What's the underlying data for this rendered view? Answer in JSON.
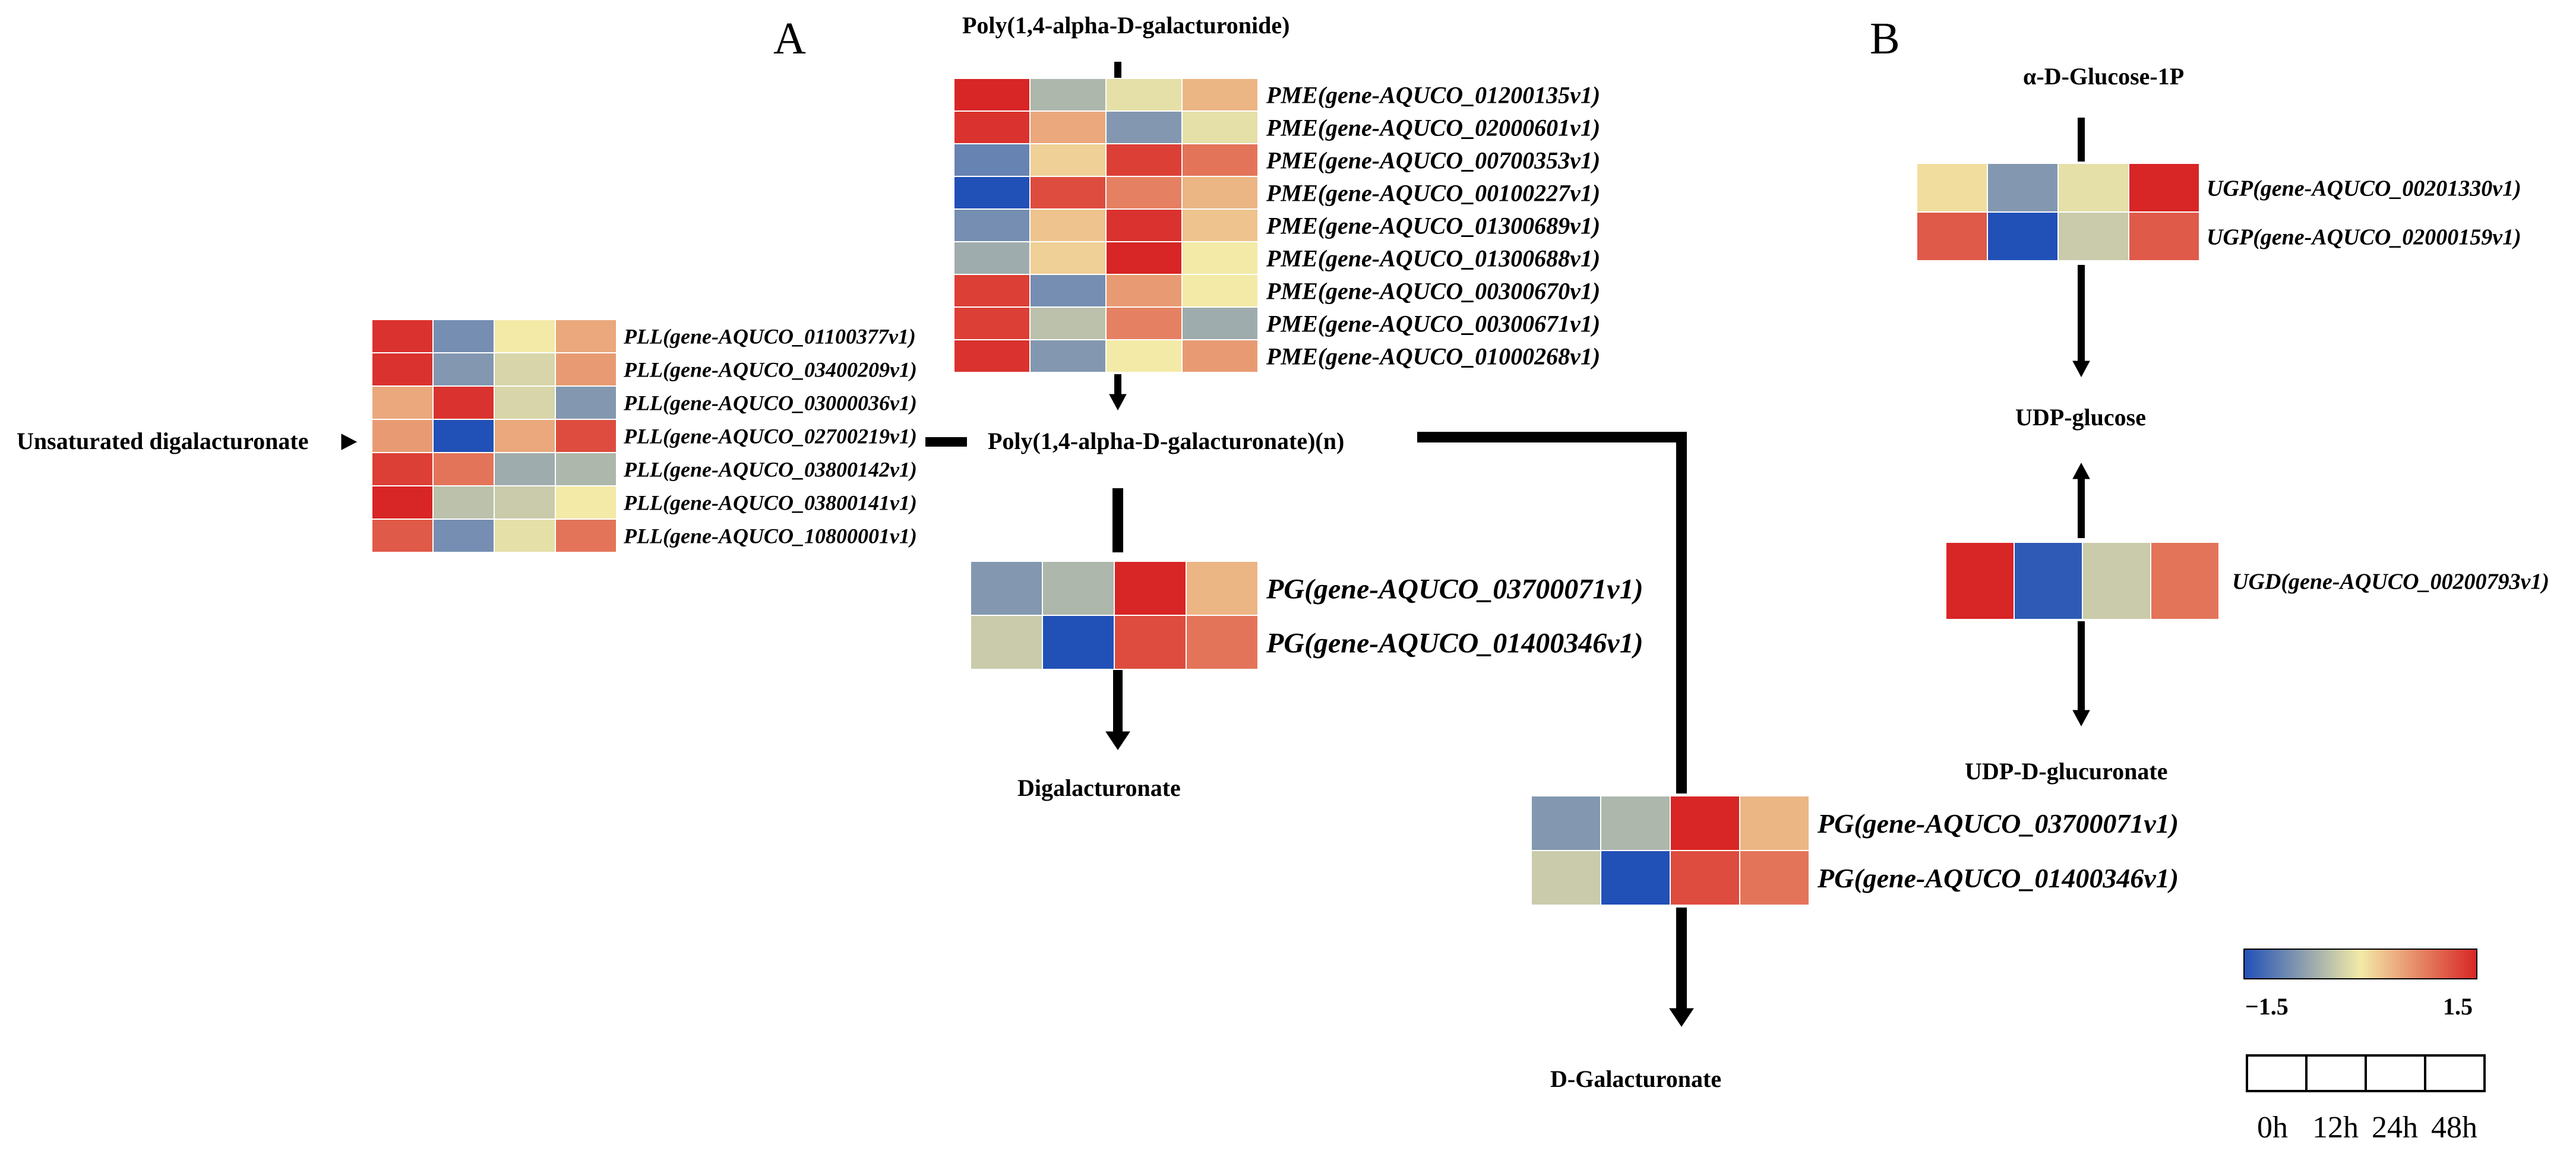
{
  "panels": {
    "a": "A",
    "b": "B"
  },
  "metabolites": {
    "poly_galacturonide": "Poly(1,4-alpha-D-galacturonide)",
    "poly_galacturonate_n": "Poly(1,4-alpha-D-galacturonate)(n)",
    "unsaturated_digalacturonate": "Unsaturated digalacturonate",
    "digalacturonate": "Digalacturonate",
    "d_galacturonate": "D-Galacturonate",
    "glucose_1p": "α-D-Glucose-1P",
    "udp_glucose": "UDP-glucose",
    "udp_d_glucuronate": "UDP-D-glucuronate"
  },
  "heatmaps": {
    "pme": [
      {
        "gene": "PME(gene-AQUCO_01200135v1)",
        "values": [
          1.5,
          -0.5,
          -0.1,
          0.4
        ]
      },
      {
        "gene": "PME(gene-AQUCO_02000601v1)",
        "values": [
          1.4,
          0.5,
          -0.8,
          -0.1
        ]
      },
      {
        "gene": "PME(gene-AQUCO_00700353v1)",
        "values": [
          -1.0,
          0.2,
          1.3,
          0.9
        ]
      },
      {
        "gene": "PME(gene-AQUCO_00100227v1)",
        "values": [
          -1.5,
          1.2,
          0.8,
          0.4
        ]
      },
      {
        "gene": "PME(gene-AQUCO_01300689v1)",
        "values": [
          -0.9,
          0.3,
          1.4,
          0.3
        ]
      },
      {
        "gene": "PME(gene-AQUCO_01300688v1)",
        "values": [
          -0.6,
          0.2,
          1.5,
          0.0
        ]
      },
      {
        "gene": "PME(gene-AQUCO_00300670v1)",
        "values": [
          1.3,
          -0.9,
          0.6,
          0.0
        ]
      },
      {
        "gene": "PME(gene-AQUCO_00300671v1)",
        "values": [
          1.3,
          -0.4,
          0.8,
          -0.6
        ]
      },
      {
        "gene": "PME(gene-AQUCO_01000268v1)",
        "values": [
          1.4,
          -0.8,
          0.0,
          0.6
        ]
      }
    ],
    "pll": [
      {
        "gene": "PLL(gene-AQUCO_01100377v1)",
        "values": [
          1.4,
          -0.9,
          0.0,
          0.5
        ]
      },
      {
        "gene": "PLL(gene-AQUCO_03400209v1)",
        "values": [
          1.4,
          -0.8,
          -0.2,
          0.6
        ]
      },
      {
        "gene": "PLL(gene-AQUCO_03000036v1)",
        "values": [
          0.5,
          1.4,
          -0.2,
          -0.8
        ]
      },
      {
        "gene": "PLL(gene-AQUCO_02700219v1)",
        "values": [
          0.6,
          -1.5,
          0.5,
          1.2
        ]
      },
      {
        "gene": "PLL(gene-AQUCO_03800142v1)",
        "values": [
          1.3,
          0.9,
          -0.6,
          -0.5
        ]
      },
      {
        "gene": "PLL(gene-AQUCO_03800141v1)",
        "values": [
          1.5,
          -0.4,
          -0.3,
          0.0
        ]
      },
      {
        "gene": "PLL(gene-AQUCO_10800001v1)",
        "values": [
          1.1,
          -0.9,
          -0.1,
          0.9
        ]
      }
    ],
    "pg_main": [
      {
        "gene": "PG(gene-AQUCO_03700071v1)",
        "values": [
          -0.8,
          -0.5,
          1.5,
          0.4
        ]
      },
      {
        "gene": "PG(gene-AQUCO_01400346v1)",
        "values": [
          -0.3,
          -1.5,
          1.2,
          0.9
        ]
      }
    ],
    "pg_right": [
      {
        "gene": "PG(gene-AQUCO_03700071v1)",
        "values": [
          -0.8,
          -0.5,
          1.5,
          0.4
        ]
      },
      {
        "gene": "PG(gene-AQUCO_01400346v1)",
        "values": [
          -0.3,
          -1.5,
          1.2,
          0.9
        ]
      }
    ],
    "ugp": [
      {
        "gene": "UGP(gene-AQUCO_00201330v1)",
        "values": [
          0.1,
          -0.8,
          -0.1,
          1.5
        ]
      },
      {
        "gene": "UGP(gene-AQUCO_02000159v1)",
        "values": [
          1.1,
          -1.5,
          -0.3,
          1.1
        ]
      }
    ],
    "ugd": [
      {
        "gene": "UGD(gene-AQUCO_00200793v1)",
        "values": [
          1.5,
          -1.4,
          -0.3,
          0.9
        ]
      }
    ]
  },
  "legend": {
    "min_label": "−1.5",
    "max_label": "1.5",
    "range": [
      -1.5,
      1.5
    ],
    "colors": [
      "#2150b7",
      "#f3eaa7",
      "#d82525"
    ],
    "timepoints": [
      "0h",
      "12h",
      "24h",
      "48h"
    ]
  }
}
